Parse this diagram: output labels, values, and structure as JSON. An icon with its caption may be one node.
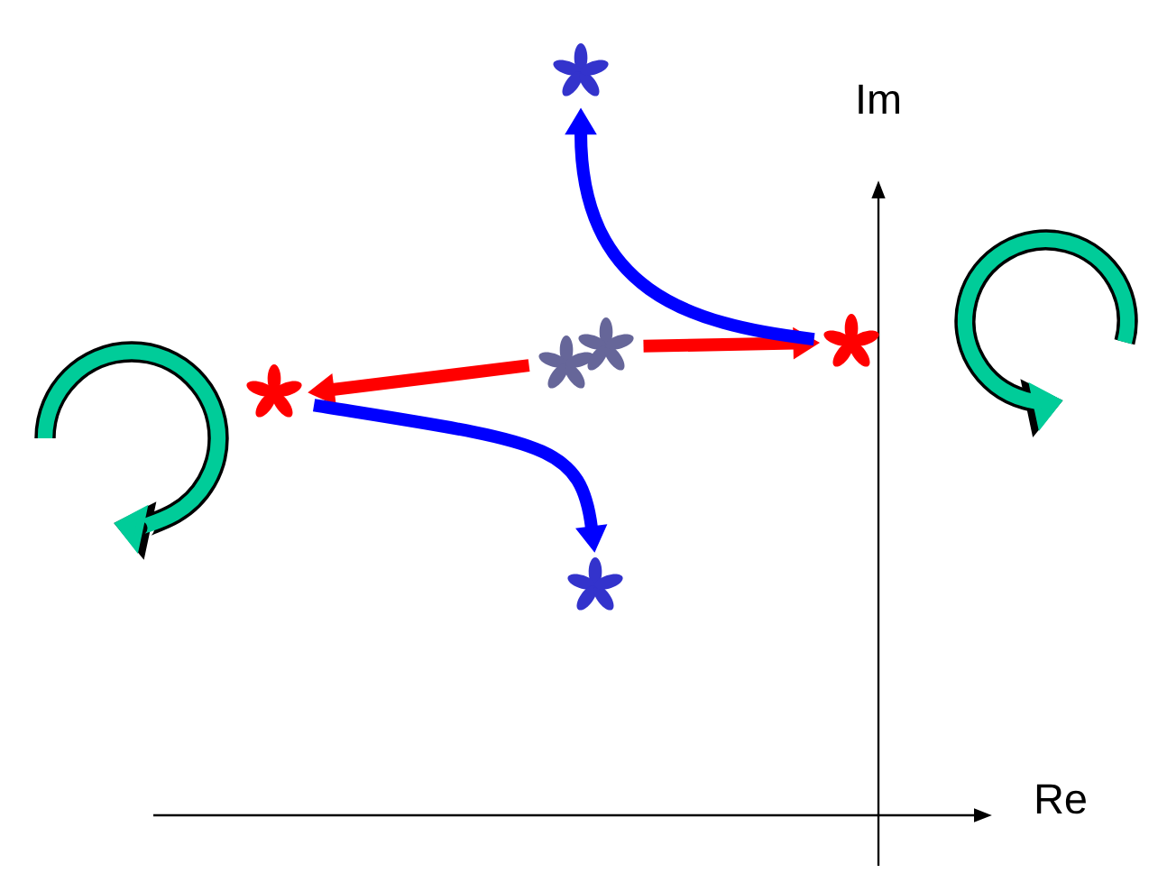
{
  "diagram": {
    "nodes": [
      {
        "text": [],
        "shape": "asterisk"
      },
      {
        "text": [],
        "shape": "asterisk"
      },
      {
        "text": [],
        "shape": "asterisk"
      },
      {
        "text": [],
        "shape": "asterisk"
      },
      {
        "text": [],
        "shape": "asterisk"
      },
      {
        "text": [],
        "shape": "asterisk"
      }
    ],
    "edges": [
      {
        "from": 1,
        "to": 4,
        "arrow": "to",
        "color": "#ff0000"
      },
      {
        "from": 2,
        "to": 3,
        "arrow": "to",
        "color": "#ff0000"
      },
      {
        "from": 3,
        "to": 0,
        "arrow": "to",
        "color": "#0000ff"
      },
      {
        "from": 4,
        "to": 5,
        "arrow": "to",
        "color": "#0000ff"
      }
    ],
    "labels": [
      "Im",
      "Re"
    ]
  }
}
